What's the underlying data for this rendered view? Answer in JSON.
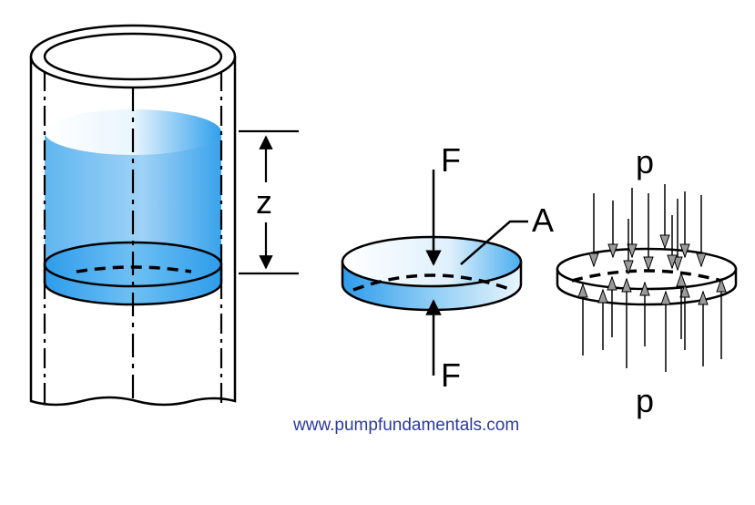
{
  "labels": {
    "height": "z",
    "force_top": "F",
    "force_bottom": "F",
    "area": "A",
    "pressure_top": "p",
    "pressure_bottom": "p"
  },
  "footer": {
    "website": "www.pumpfundamentals.com"
  },
  "colors": {
    "fluid": "#2ea0ec",
    "fluid_light": "#e6f4fd",
    "website": "#2b3a9a",
    "stroke": "#000000"
  }
}
